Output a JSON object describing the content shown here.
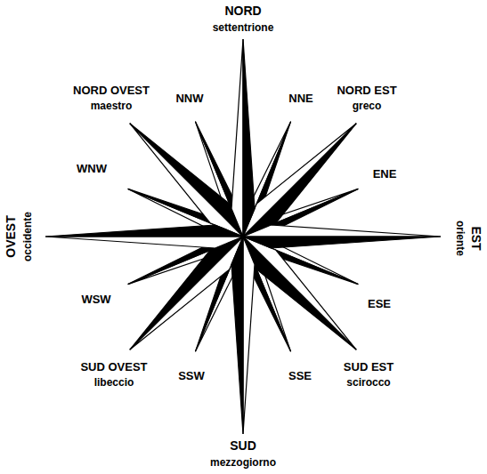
{
  "diagram": {
    "labels": [
      "NORD",
      "settentrione",
      "NORD OVEST",
      "maestro",
      "NNW",
      "NNE",
      "NORD EST",
      "greco",
      "WNW",
      "ENE",
      "OVEST",
      "occidente",
      "EST",
      "oriente",
      "WSW",
      "ESE",
      "SUD OVEST",
      "libeccio",
      "SSW",
      "SSE",
      "SUD EST",
      "scirocco",
      "SUD",
      "mezzogiorno"
    ]
  }
}
